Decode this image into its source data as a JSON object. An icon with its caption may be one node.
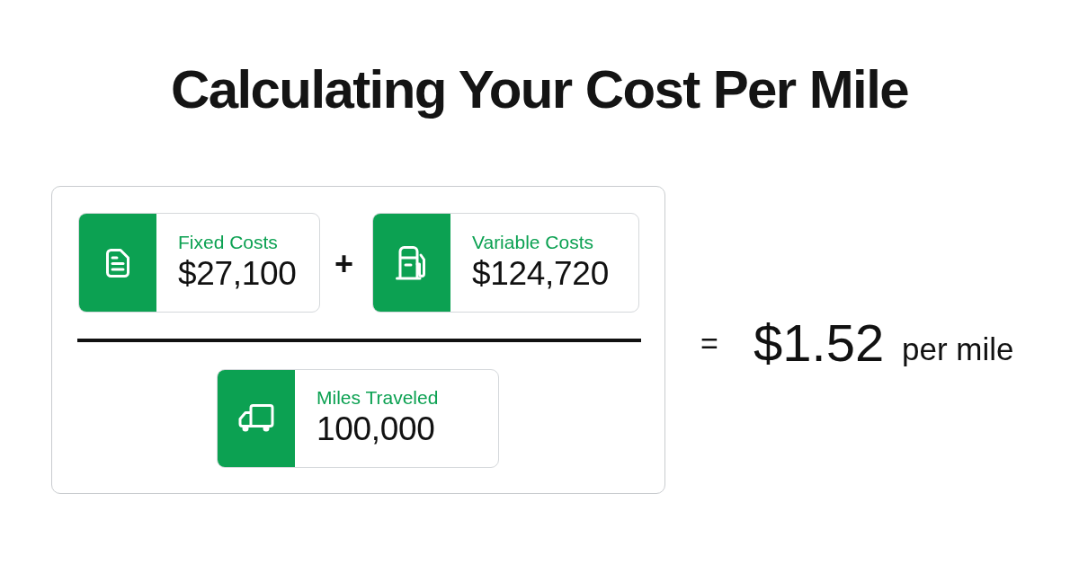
{
  "diagram": {
    "title": "Calculating Your Cost Per Mile",
    "nodes": [
      {
        "text": [],
        "shape": "box"
      },
      {
        "text": [
          "Fixed Costs",
          "$27,100"
        ],
        "in": 0
      },
      {
        "text": [
          "Variable Costs",
          "$124,720"
        ],
        "in": 0
      },
      {
        "text": [
          "Miles Traveled",
          "100,000"
        ],
        "in": 0
      }
    ],
    "labels": [
      "+",
      "=",
      "$1.52",
      "per mile"
    ]
  }
}
